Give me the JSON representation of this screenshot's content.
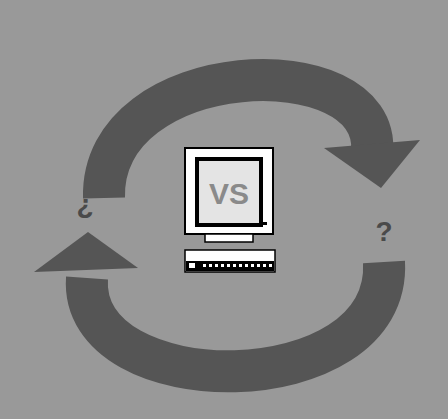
{
  "diagram": {
    "nodes": [
      {
        "text": [
          "VS"
        ]
      }
    ],
    "labels": [
      "¿",
      "?"
    ]
  }
}
